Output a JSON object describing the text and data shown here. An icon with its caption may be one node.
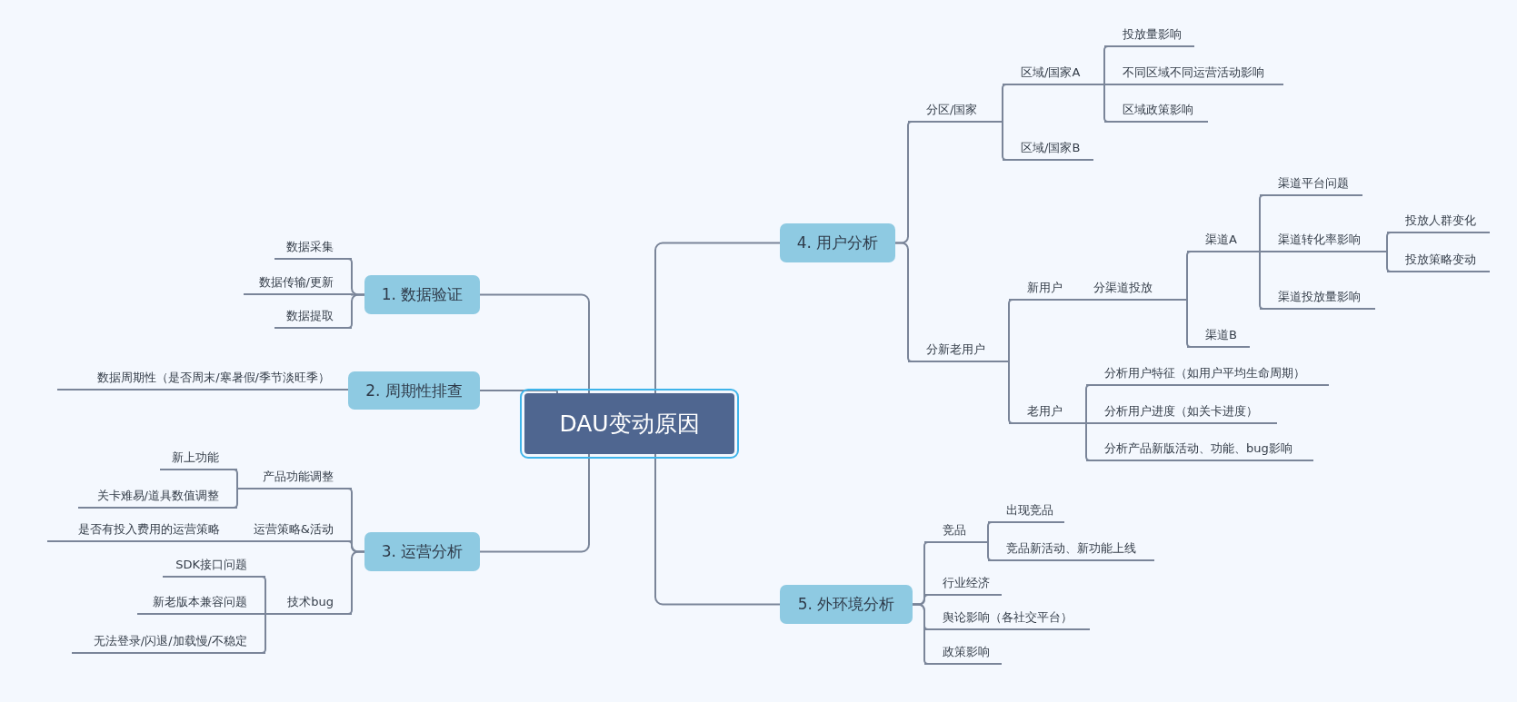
{
  "diagram": {
    "nodes": [
      {
        "text": [
          "DAU变动原因"
        ]
      },
      {
        "text": [
          "1. 数据验证"
        ]
      },
      {
        "text": [
          "数据采集"
        ]
      },
      {
        "text": [
          "数据传输/更新"
        ]
      },
      {
        "text": [
          "数据提取"
        ]
      },
      {
        "text": [
          "2. 周期性排查"
        ]
      },
      {
        "text": [
          "数据周期性（是否周末/寒暑假/季节淡旺季）"
        ]
      },
      {
        "text": [
          "3. 运营分析"
        ]
      },
      {
        "text": [
          "产品功能调整"
        ]
      },
      {
        "text": [
          "新上功能"
        ]
      },
      {
        "text": [
          "关卡难易/道具数值调整"
        ]
      },
      {
        "text": [
          "运营策略&活动"
        ]
      },
      {
        "text": [
          "是否有投入费用的运营策略"
        ]
      },
      {
        "text": [
          "技术bug"
        ]
      },
      {
        "text": [
          "SDK接口问题"
        ]
      },
      {
        "text": [
          "新老版本兼容问题"
        ]
      },
      {
        "text": [
          "无法登录/闪退/加载慢/不稳定"
        ]
      },
      {
        "text": [
          "4. 用户分析"
        ]
      },
      {
        "text": [
          "分区/国家"
        ]
      },
      {
        "text": [
          "区域/国家A"
        ]
      },
      {
        "text": [
          "投放量影响"
        ]
      },
      {
        "text": [
          "不同区域不同运营活动影响"
        ]
      },
      {
        "text": [
          "区域政策影响"
        ]
      },
      {
        "text": [
          "区域/国家B"
        ]
      },
      {
        "text": [
          "分新老用户"
        ]
      },
      {
        "text": [
          "新用户"
        ]
      },
      {
        "text": [
          "分渠道投放"
        ]
      },
      {
        "text": [
          "渠道A"
        ]
      },
      {
        "text": [
          "渠道平台问题"
        ]
      },
      {
        "text": [
          "渠道转化率影响"
        ]
      },
      {
        "text": [
          "投放人群变化"
        ]
      },
      {
        "text": [
          "投放策略变动"
        ]
      },
      {
        "text": [
          "渠道投放量影响"
        ]
      },
      {
        "text": [
          "渠道B"
        ]
      },
      {
        "text": [
          "老用户"
        ]
      },
      {
        "text": [
          "分析用户特征（如用户平均生命周期）"
        ]
      },
      {
        "text": [
          "分析用户进度（如关卡进度）"
        ]
      },
      {
        "text": [
          "分析产品新版活动、功能、bug影响"
        ]
      },
      {
        "text": [
          "5. 外环境分析"
        ]
      },
      {
        "text": [
          "竞品"
        ]
      },
      {
        "text": [
          "出现竞品"
        ]
      },
      {
        "text": [
          "竞品新活动、新功能上线"
        ]
      },
      {
        "text": [
          "行业经济"
        ]
      },
      {
        "text": [
          "舆论影响（各社交平台）"
        ]
      },
      {
        "text": [
          "政策影响"
        ]
      }
    ],
    "edges": [
      {
        "from": 0,
        "to": 1,
        "arrow": "none"
      },
      {
        "from": 1,
        "to": 2,
        "arrow": "none"
      },
      {
        "from": 1,
        "to": 3,
        "arrow": "none"
      },
      {
        "from": 1,
        "to": 4,
        "arrow": "none"
      },
      {
        "from": 0,
        "to": 5,
        "arrow": "none"
      },
      {
        "from": 5,
        "to": 6,
        "arrow": "none"
      },
      {
        "from": 0,
        "to": 7,
        "arrow": "none"
      },
      {
        "from": 7,
        "to": 8,
        "arrow": "none"
      },
      {
        "from": 8,
        "to": 9,
        "arrow": "none"
      },
      {
        "from": 8,
        "to": 10,
        "arrow": "none"
      },
      {
        "from": 7,
        "to": 11,
        "arrow": "none"
      },
      {
        "from": 11,
        "to": 12,
        "arrow": "none"
      },
      {
        "from": 7,
        "to": 13,
        "arrow": "none"
      },
      {
        "from": 13,
        "to": 14,
        "arrow": "none"
      },
      {
        "from": 13,
        "to": 15,
        "arrow": "none"
      },
      {
        "from": 13,
        "to": 16,
        "arrow": "none"
      },
      {
        "from": 0,
        "to": 17,
        "arrow": "none"
      },
      {
        "from": 17,
        "to": 18,
        "arrow": "none"
      },
      {
        "from": 18,
        "to": 19,
        "arrow": "none"
      },
      {
        "from": 19,
        "to": 20,
        "arrow": "none"
      },
      {
        "from": 19,
        "to": 21,
        "arrow": "none"
      },
      {
        "from": 19,
        "to": 22,
        "arrow": "none"
      },
      {
        "from": 18,
        "to": 23,
        "arrow": "none"
      },
      {
        "from": 17,
        "to": 24,
        "arrow": "none"
      },
      {
        "from": 24,
        "to": 25,
        "arrow": "none"
      },
      {
        "from": 25,
        "to": 26,
        "arrow": "none"
      },
      {
        "from": 26,
        "to": 27,
        "arrow": "none"
      },
      {
        "from": 27,
        "to": 28,
        "arrow": "none"
      },
      {
        "from": 27,
        "to": 29,
        "arrow": "none"
      },
      {
        "from": 29,
        "to": 30,
        "arrow": "none"
      },
      {
        "from": 29,
        "to": 31,
        "arrow": "none"
      },
      {
        "from": 27,
        "to": 32,
        "arrow": "none"
      },
      {
        "from": 26,
        "to": 33,
        "arrow": "none"
      },
      {
        "from": 24,
        "to": 34,
        "arrow": "none"
      },
      {
        "from": 34,
        "to": 35,
        "arrow": "none"
      },
      {
        "from": 34,
        "to": 36,
        "arrow": "none"
      },
      {
        "from": 34,
        "to": 37,
        "arrow": "none"
      },
      {
        "from": 0,
        "to": 38,
        "arrow": "none"
      },
      {
        "from": 38,
        "to": 39,
        "arrow": "none"
      },
      {
        "from": 39,
        "to": 40,
        "arrow": "none"
      },
      {
        "from": 39,
        "to": 41,
        "arrow": "none"
      },
      {
        "from": 38,
        "to": 42,
        "arrow": "none"
      },
      {
        "from": 38,
        "to": 43,
        "arrow": "none"
      },
      {
        "from": 38,
        "to": 44,
        "arrow": "none"
      }
    ]
  }
}
